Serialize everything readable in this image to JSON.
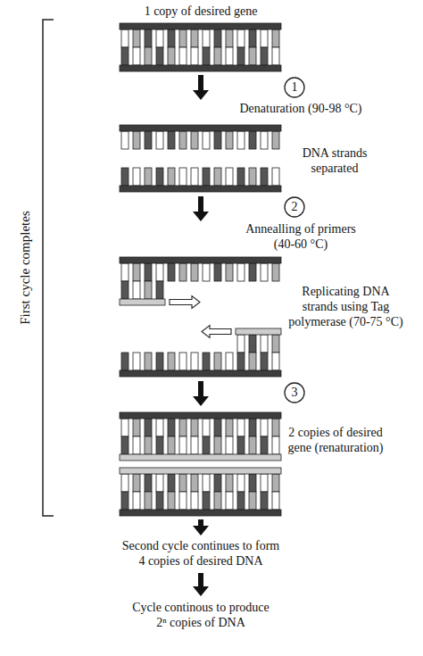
{
  "diagram": {
    "nodes": [
      {
        "text": [
          "1"
        ]
      },
      {
        "text": [
          "2"
        ]
      },
      {
        "text": [
          "3"
        ]
      }
    ],
    "labels": [
      "1 copy of desired gene",
      "First cycle completes",
      "Denaturation (90-98 °C)",
      "DNA strands separated",
      "Annealling of primers (40-60 °C)",
      "Replicating DNA strands using Tag polymerase (70-75 °C)",
      "2 copies of desired gene (renaturation)",
      "Second cycle continues to form 4 copies of desired DNA",
      "Cycle continous to produce 2ⁿ copies of DNA"
    ]
  }
}
